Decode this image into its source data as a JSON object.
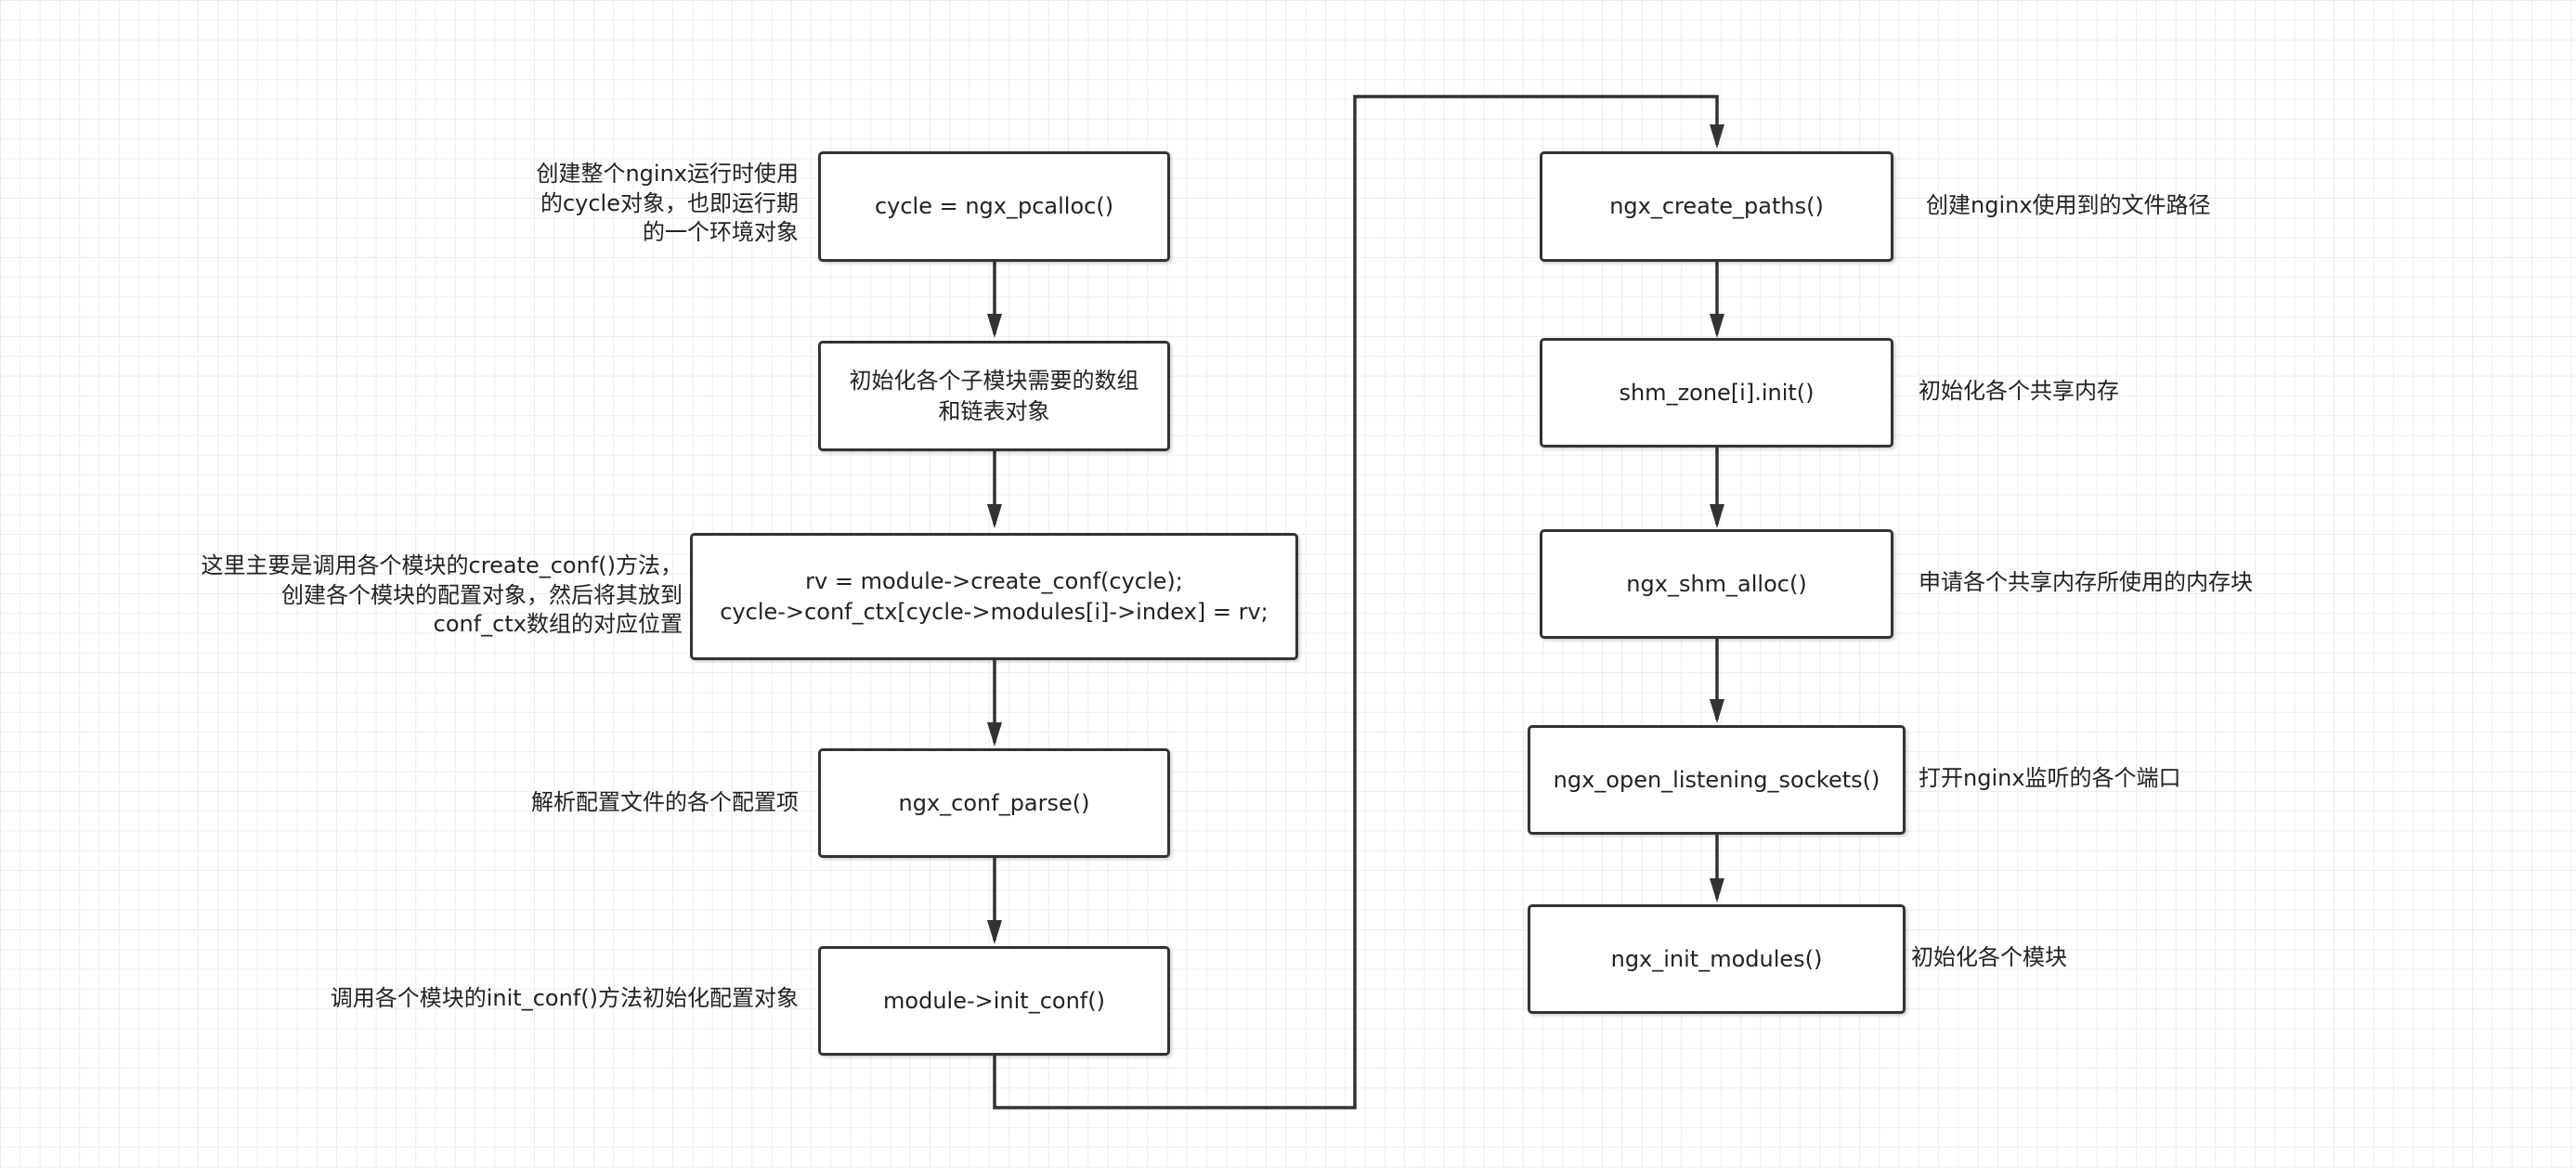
{
  "left_column": {
    "steps": [
      {
        "lines": [
          "cycle = ngx_pcalloc()"
        ],
        "note": [
          "创建整个nginx运行时使用",
          "的cycle对象，也即运行期",
          "的一个环境对象"
        ]
      },
      {
        "lines": [
          "初始化各个子模块需要的数组",
          "和链表对象"
        ],
        "note": []
      },
      {
        "lines": [
          "rv = module->create_conf(cycle);",
          "cycle->conf_ctx[cycle->modules[i]->index] = rv;"
        ],
        "note": [
          "这里主要是调用各个模块的create_conf()方法，",
          "创建各个模块的配置对象，然后将其放到",
          "conf_ctx数组的对应位置"
        ]
      },
      {
        "lines": [
          "ngx_conf_parse()"
        ],
        "note": [
          "解析配置文件的各个配置项"
        ]
      },
      {
        "lines": [
          "module->init_conf()"
        ],
        "note": [
          "调用各个模块的init_conf()方法初始化配置对象"
        ]
      }
    ]
  },
  "right_column": {
    "steps": [
      {
        "lines": [
          "ngx_create_paths()"
        ],
        "note": [
          "创建nginx使用到的文件路径"
        ]
      },
      {
        "lines": [
          "shm_zone[i].init()"
        ],
        "note": [
          "初始化各个共享内存"
        ]
      },
      {
        "lines": [
          "ngx_shm_alloc()"
        ],
        "note": [
          "申请各个共享内存所使用的内存块"
        ]
      },
      {
        "lines": [
          "ngx_open_listening_sockets()"
        ],
        "note": [
          "打开nginx监听的各个端口"
        ]
      },
      {
        "lines": [
          "ngx_init_modules()"
        ],
        "note": [
          "初始化各个模块"
        ]
      }
    ]
  }
}
